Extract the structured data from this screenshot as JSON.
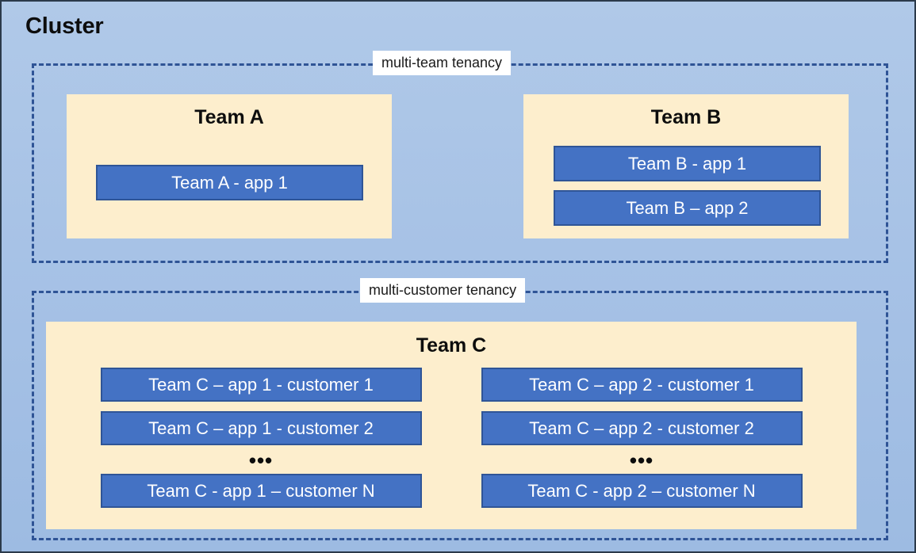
{
  "diagram": {
    "title": "Cluster",
    "colors": {
      "canvas_background": "#a7c2e6",
      "group_border": "#2f5496",
      "team_box_fill": "#fdeecd",
      "app_box_fill": "#4472c4",
      "app_box_border": "#2f5597",
      "app_box_text": "#ffffff",
      "title_text": "#0d0d0d",
      "label_background": "#ffffff"
    },
    "groups": [
      {
        "id": "multi-team",
        "label": "multi-team tenancy",
        "teams": [
          {
            "id": "team-a",
            "title": "Team A",
            "apps": [
              "Team A - app 1"
            ]
          },
          {
            "id": "team-b",
            "title": "Team B",
            "apps": [
              "Team B - app 1",
              "Team B – app 2"
            ]
          }
        ]
      },
      {
        "id": "multi-customer",
        "label": "multi-customer tenancy",
        "teams": [
          {
            "id": "team-c",
            "title": "Team C",
            "columns": [
              {
                "id": "team-c-app-1",
                "items": [
                  "Team C – app 1 - customer 1",
                  "Team C – app 1 - customer 2"
                ],
                "ellipsis": "•••",
                "last": "Team C - app 1 – customer N"
              },
              {
                "id": "team-c-app-2",
                "items": [
                  "Team C – app 2 - customer 1",
                  "Team C – app 2 - customer 2"
                ],
                "ellipsis": "•••",
                "last": "Team C - app 2 – customer N"
              }
            ]
          }
        ]
      }
    ]
  }
}
